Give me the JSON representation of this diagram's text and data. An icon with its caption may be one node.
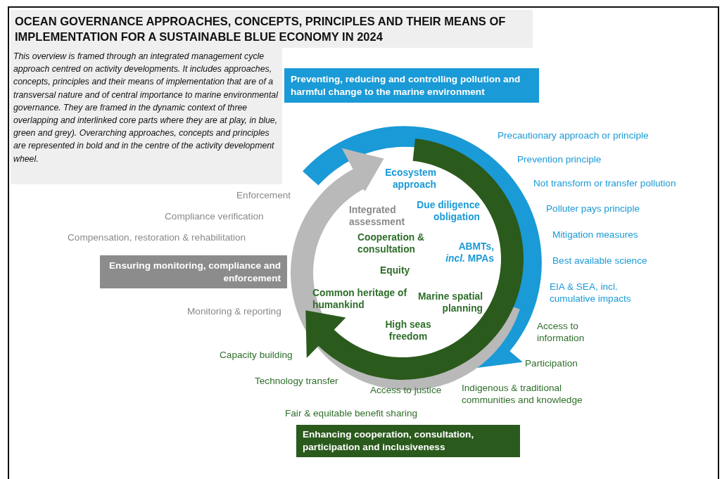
{
  "diagram": {
    "title": "OCEAN GOVERNANCE APPROACHES, CONCEPTS, PRINCIPLES AND THEIR MEANS OF IMPLEMENTATION FOR A SUSTAINABLE BLUE ECONOMY IN 2024",
    "nodes": [
      {
        "text": [
          "This overview is framed through an integrated management cycle approach centred on activity developments. It includes approaches, concepts, principles and their means of implementation that are of a transversal nature and of central importance to marine environmental governance. They are framed in the dynamic context of three overlapping and interlinked core parts where they are at play, in blue, green and grey). Overarching approaches, concepts and principles are represented in bold and in the centre of the activity development wheel."
        ]
      },
      {
        "text": [
          "Preventing, reducing and controlling pollution and harmful change to the marine environment"
        ]
      },
      {
        "text": [
          "Ensuring monitoring, compliance and enforcement"
        ]
      },
      {
        "text": [
          "Enhancing cooperation, consultation, participation and inclusiveness"
        ]
      }
    ],
    "labels": [
      "Ecosystem approach",
      "Integrated assessment",
      "Due diligence obligation",
      "Cooperation & consultation",
      "ABMTs, *incl.* MPAs",
      "Equity",
      "Common heritage of humankind",
      "Marine spatial planning",
      "High seas freedom",
      "Precautionary approach or principle",
      "Prevention principle",
      "Not transform or transfer pollution",
      "Polluter pays principle",
      "Mitigation measures",
      "Best available science",
      "EIA & SEA, incl. cumulative impacts",
      "Access to information",
      "Participation",
      "Indigenous & traditional communities and knowledge",
      "Access to justice",
      "Fair & equitable benefit sharing",
      "Technology transfer",
      "Capacity building",
      "Enforcement",
      "Compliance verification",
      "Compensation, restoration & rehabilitation",
      "Monitoring & reporting"
    ]
  }
}
